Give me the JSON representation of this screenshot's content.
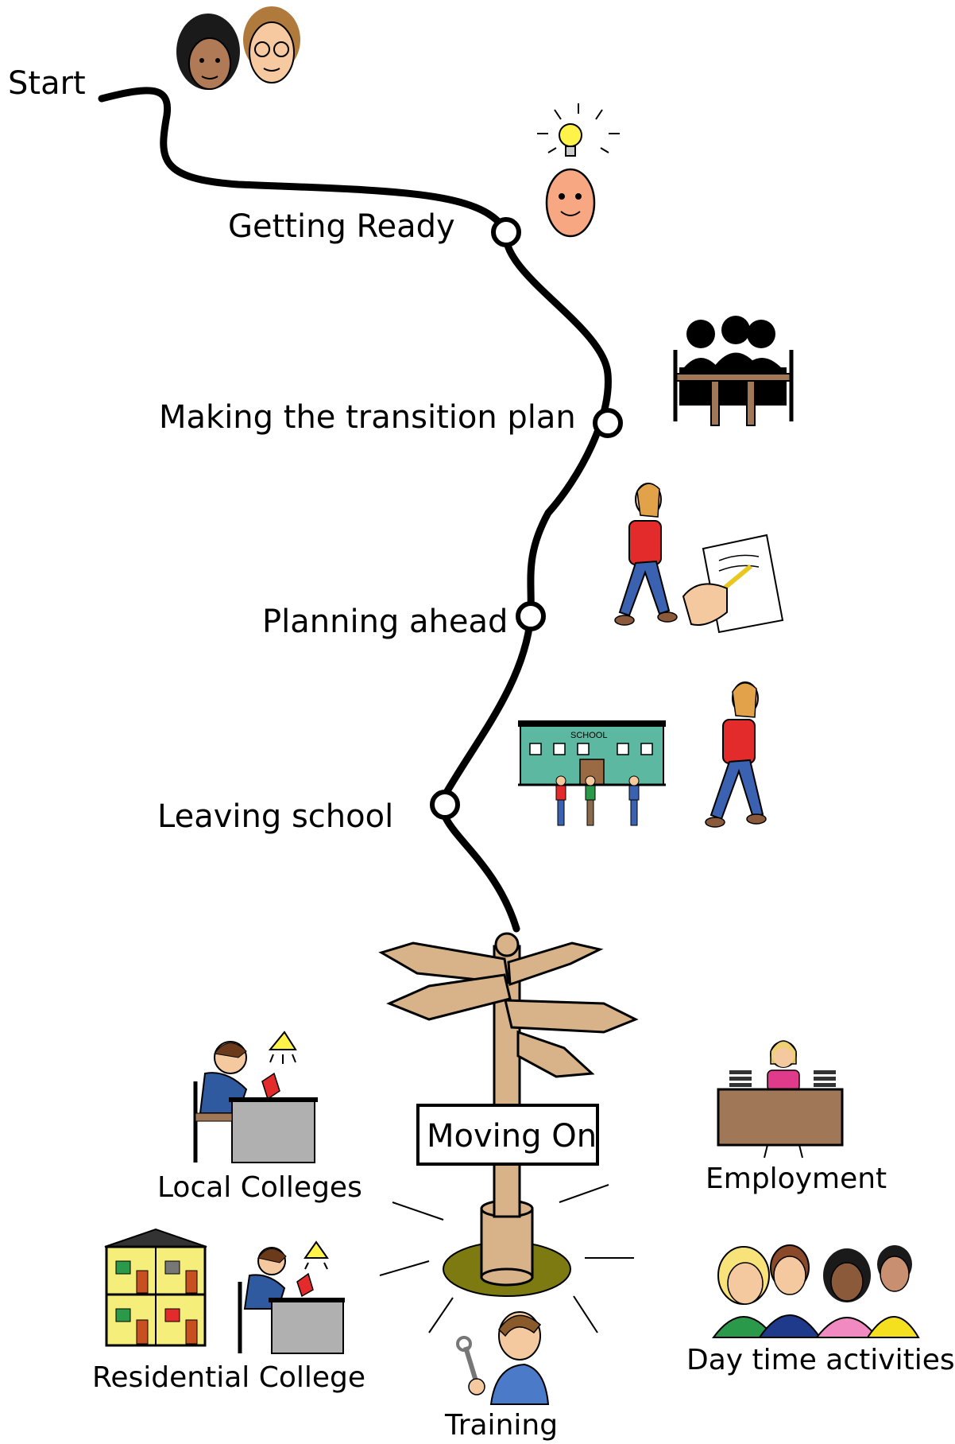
{
  "route": {
    "start_label": "Start",
    "stops": [
      {
        "label": "Getting Ready",
        "icon": "idea-egg-icon"
      },
      {
        "label": "Making the transition plan",
        "icon": "meeting-table-icon"
      },
      {
        "label": "Planning ahead",
        "icon": "walking-writing-icon"
      },
      {
        "label": "Leaving school",
        "icon": "school-building-icon"
      }
    ]
  },
  "signpost": {
    "sign_text": "Moving On",
    "destinations": [
      {
        "label": "Local Colleges",
        "icon": "student-desk-icon"
      },
      {
        "label": "Employment",
        "icon": "office-desk-icon"
      },
      {
        "label": "Residential College",
        "icon": "residential-house-icon"
      },
      {
        "label": "Day time activities",
        "icon": "group-people-icon"
      },
      {
        "label": "Training",
        "icon": "worker-wrench-icon"
      }
    ]
  },
  "school_sign": "SCHOOL",
  "colors": {
    "path": "#000000",
    "wood": "#d8b38a",
    "grass": "#7c7a10",
    "school_wall": "#5cb8a0",
    "shirt_red": "#e32b2b",
    "jeans": "#3a62b0",
    "skin": "#f5c9a0"
  }
}
